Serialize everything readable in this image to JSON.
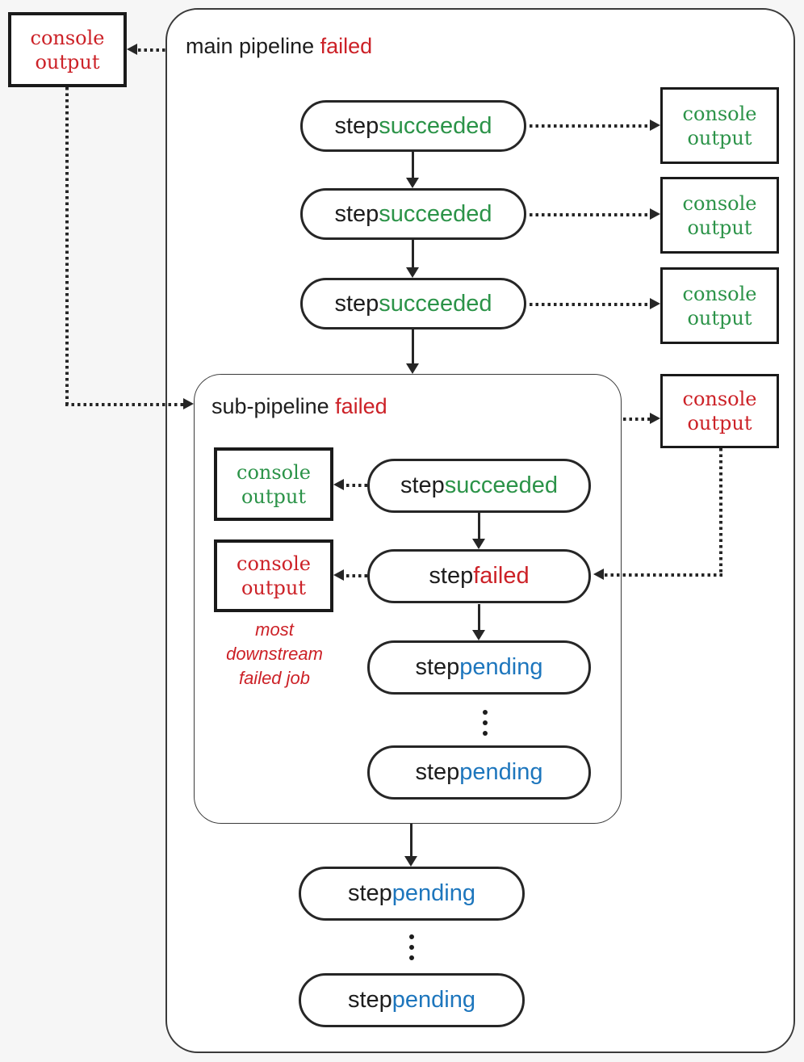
{
  "background_color": "#f6f6f6",
  "colors": {
    "succeeded_green": "#2b9348",
    "failed_red": "#cc2127",
    "pending_blue": "#1d76bd",
    "ink_black": "#1d1d1d"
  },
  "console_output_label": "console output",
  "main_pipeline": {
    "title": {
      "text": "main pipeline",
      "status": "failed"
    },
    "steps": [
      {
        "label": "step",
        "status": "succeeded"
      },
      {
        "label": "step",
        "status": "succeeded"
      },
      {
        "label": "step",
        "status": "succeeded"
      }
    ],
    "tail_steps": [
      {
        "label": "step",
        "status": "pending"
      },
      {
        "label": "step",
        "status": "pending"
      }
    ]
  },
  "sub_pipeline": {
    "title": {
      "text": "sub-pipeline",
      "status": "failed"
    },
    "steps": [
      {
        "label": "step",
        "status": "succeeded"
      },
      {
        "label": "step",
        "status": "failed"
      },
      {
        "label": "step",
        "status": "pending"
      },
      {
        "label": "step",
        "status": "pending"
      }
    ],
    "annotation": "most downstream failed job"
  },
  "console_boxes": [
    {
      "id": "main-left",
      "text_color": "#cc2127"
    },
    {
      "id": "main-right-1",
      "text_color": "#2b9348"
    },
    {
      "id": "main-right-2",
      "text_color": "#2b9348"
    },
    {
      "id": "main-right-3",
      "text_color": "#2b9348"
    },
    {
      "id": "sub-right",
      "text_color": "#cc2127"
    },
    {
      "id": "sub-inner-top",
      "text_color": "#2b9348"
    },
    {
      "id": "sub-inner-bottom",
      "text_color": "#cc2127"
    }
  ]
}
